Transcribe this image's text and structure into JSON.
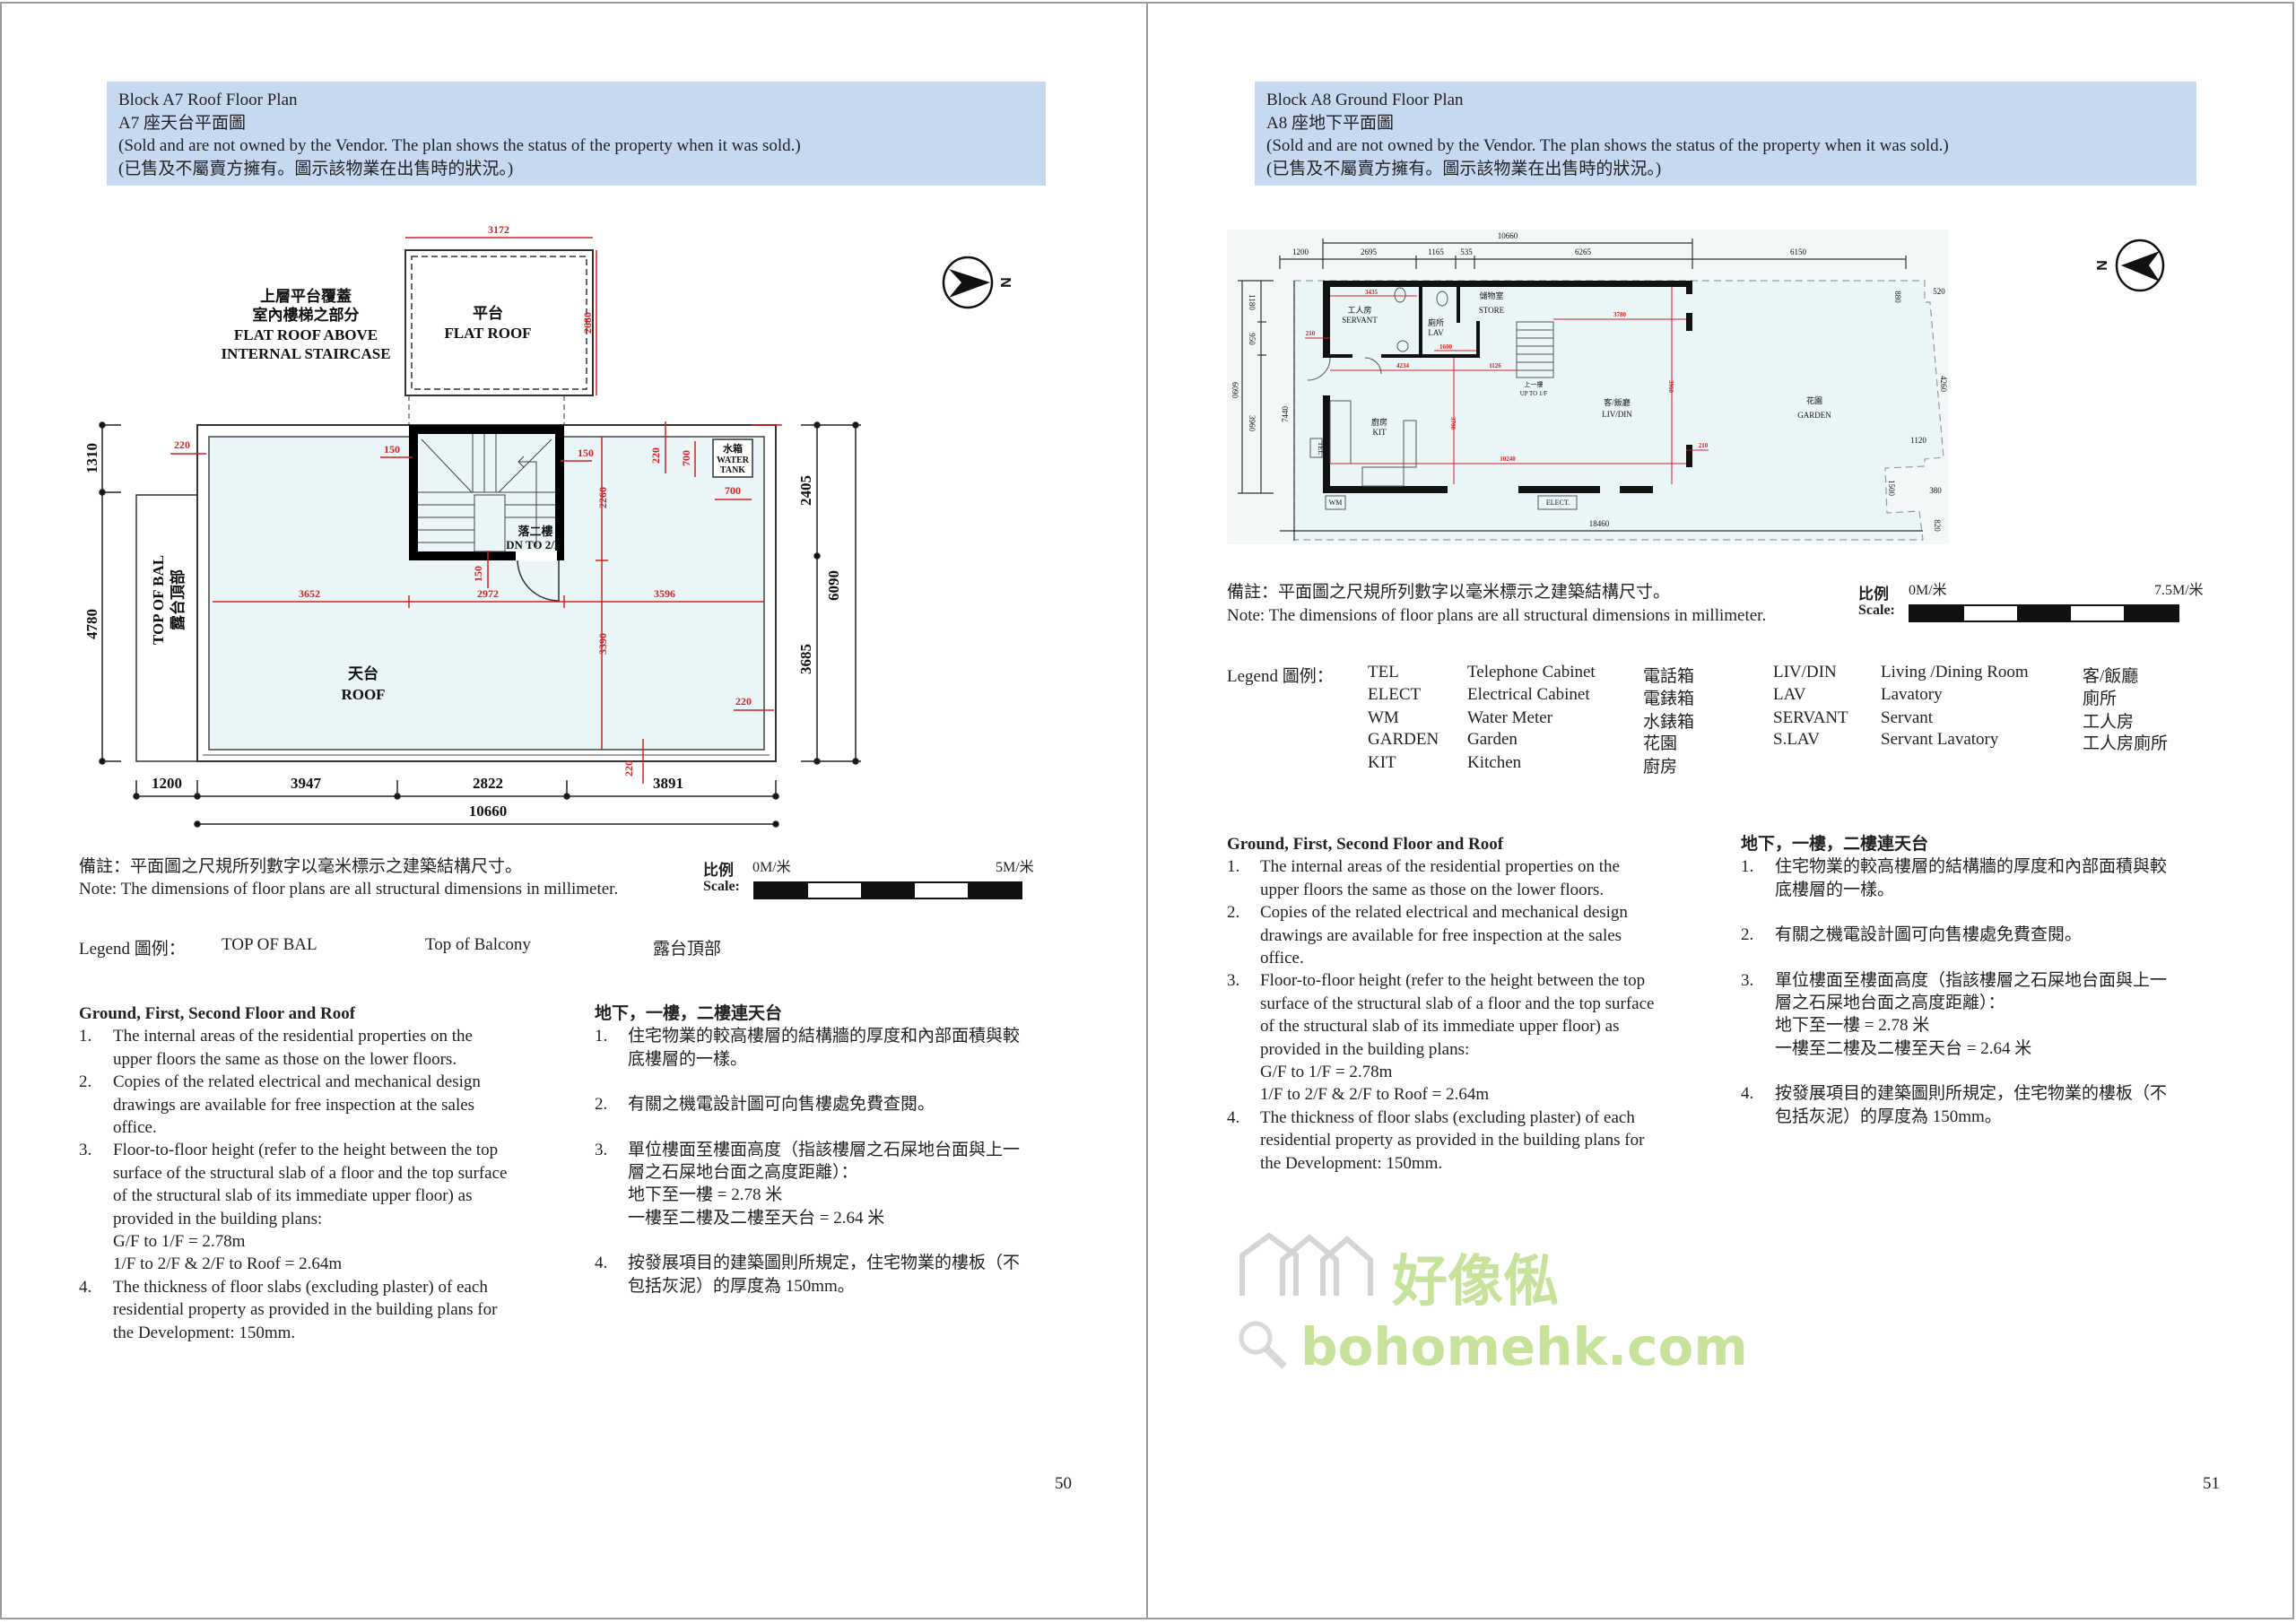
{
  "left_page": {
    "header": {
      "title_en": "Block A7 Roof Floor Plan",
      "title_zh": "A7 座天台平面圖",
      "note_en": "(Sold and are not owned by the Vendor. The plan shows the status of the property when it was sold.)",
      "note_zh": "(已售及不屬賣方擁有。圖示該物業在出售時的狀況。)"
    },
    "plan": {
      "flat_roof_above_zh1": "上層平台覆蓋",
      "flat_roof_above_zh2": "室內樓梯之部分",
      "flat_roof_above_en1": "FLAT ROOF ABOVE",
      "flat_roof_above_en2": "INTERNAL STAIRCASE",
      "flat_roof_zh": "平台",
      "flat_roof_en": "FLAT ROOF",
      "top_of_bal_en": "TOP OF BAL",
      "top_of_bal_zh": "露台頂部",
      "roof_zh": "天台",
      "roof_en": "ROOF",
      "stair_zh": "落二樓",
      "stair_en": "DN TO 2/F",
      "water_tank_zh": "水箱",
      "water_tank_en1": "WATER",
      "water_tank_en2": "TANK",
      "compass_label": "N",
      "dims_black": {
        "d1310": "1310",
        "d4780": "4780",
        "d2405": "2405",
        "d3685": "3685",
        "d6090": "6090",
        "d1200": "1200",
        "d3947": "3947",
        "d2822": "2822",
        "d3891": "3891",
        "d10660": "10660"
      },
      "dims_red": {
        "d3172": "3172",
        "d2680": "2680",
        "d220a": "220",
        "d150a": "150",
        "d150b": "150",
        "d220b": "220",
        "d700a": "700",
        "d700b": "700",
        "d2260": "2260",
        "d150c": "150",
        "d3652": "3652",
        "d2972": "2972",
        "d3596": "3596",
        "d3390": "3390",
        "d220c": "220",
        "d220d": "220"
      }
    },
    "remark_zh": "備註：平面圖之尺規所列數字以毫米標示之建築結構尺寸。",
    "remark_en": "Note: The dimensions of floor plans are all structural dimensions in millimeter.",
    "scale": {
      "label_zh": "比例",
      "label_en": "Scale:",
      "start": "0M/米",
      "end": "5M/米"
    },
    "legend": {
      "label": "Legend 圖例：",
      "items": [
        {
          "abbr": "TOP OF BAL",
          "en": "Top of Balcony",
          "zh": "露台頂部"
        }
      ]
    },
    "notes_en": {
      "heading": "Ground, First, Second Floor and Roof",
      "items": [
        {
          "num": "1.",
          "lines": [
            "The internal areas of the residential properties on the",
            "upper floors the same as those on the lower floors."
          ]
        },
        {
          "num": "2.",
          "lines": [
            "Copies of the related electrical and mechanical design",
            "drawings are available for free inspection at the sales",
            "office."
          ]
        },
        {
          "num": "3.",
          "lines": [
            "Floor-to-floor height (refer to the height between the top",
            "surface of the structural slab of a floor and the top surface",
            "of the structural slab of its immediate upper floor) as",
            "provided in the building plans:",
            "G/F to 1/F = 2.78m",
            "1/F to 2/F & 2/F to Roof = 2.64m"
          ]
        },
        {
          "num": "4.",
          "lines": [
            "The thickness of floor slabs (excluding plaster) of each",
            "residential property as provided in the building plans for",
            "the Development: 150mm."
          ]
        }
      ]
    },
    "notes_zh": {
      "heading": "地下，一樓，二樓連天台",
      "items": [
        {
          "num": "1.",
          "lines": [
            "住宅物業的較高樓層的結構牆的厚度和內部面積與較",
            "底樓層的一樣。"
          ]
        },
        {
          "num": "2.",
          "lines": [
            "有關之機電設計圖可向售樓處免費查閱。"
          ]
        },
        {
          "num": "3.",
          "lines": [
            "單位樓面至樓面高度（指該樓層之石屎地台面與上一",
            "層之石屎地台面之高度距離）：",
            "地下至一樓 = 2.78 米",
            "一樓至二樓及二樓至天台 = 2.64 米"
          ]
        },
        {
          "num": "4.",
          "lines": [
            "按發展項目的建築圖則所規定，住宅物業的樓板（不",
            "包括灰泥）的厚度為 150mm。"
          ]
        }
      ]
    },
    "page_number": "50"
  },
  "right_page": {
    "header": {
      "title_en": "Block A8 Ground Floor Plan",
      "title_zh": "A8 座地下平面圖",
      "note_en": "(Sold and are not owned by the Vendor. The plan shows the status of the property when it was sold.)",
      "note_zh": "(已售及不屬賣方擁有。圖示該物業在出售時的狀況。)"
    },
    "plan": {
      "servant_zh": "工人房",
      "servant_en": "SERVANT",
      "lav_zh": "廁所",
      "lav_en": "LAV",
      "store_zh": "儲物室",
      "store_en": "STORE",
      "up_zh": "上一樓",
      "up_en": "UP TO 1/F",
      "livdin_zh": "客/飯廳",
      "livdin_en": "LIV/DIN",
      "garden_zh": "花園",
      "garden_en": "GARDEN",
      "kit_zh": "廚房",
      "kit_en": "KIT",
      "tel": "TEL",
      "wm": "WM",
      "elect": "ELECT.",
      "compass_label": "N",
      "dims_black": {
        "d10660": "10660",
        "d1200": "1200",
        "d2695": "2695",
        "d1165": "1165",
        "d535": "535",
        "d6265": "6265",
        "d6150": "6150",
        "d1180": "1180",
        "d950": "950",
        "d3960": "3960",
        "d6090": "6090",
        "d7440": "7440",
        "d18460": "18460",
        "d520": "520",
        "d880": "880",
        "d4260": "4260",
        "d1120": "1120",
        "d1500": "1500",
        "d380": "380",
        "d820": "820"
      },
      "dims_red": {
        "d3435": "3435",
        "d3780": "3780",
        "d4234": "4234",
        "d1126": "1126",
        "d10240": "10240",
        "d210a": "210",
        "d210b": "210",
        "d3700": "3700",
        "d3960": "3960",
        "d1600": "1600"
      }
    },
    "remark_zh": "備註：平面圖之尺規所列數字以毫米標示之建築結構尺寸。",
    "remark_en": "Note: The dimensions of floor plans are all structural dimensions in millimeter.",
    "scale": {
      "label_zh": "比例",
      "label_en": "Scale:",
      "start": "0M/米",
      "end": "7.5M/米"
    },
    "legend": {
      "label": "Legend 圖例：",
      "items": [
        {
          "abbr": "TEL",
          "en": "Telephone Cabinet",
          "zh": "電話箱"
        },
        {
          "abbr": "ELECT",
          "en": "Electrical Cabinet",
          "zh": "電錶箱"
        },
        {
          "abbr": "WM",
          "en": "Water Meter",
          "zh": "水錶箱"
        },
        {
          "abbr": "GARDEN",
          "en": "Garden",
          "zh": "花園"
        },
        {
          "abbr": "KIT",
          "en": "Kitchen",
          "zh": "廚房"
        },
        {
          "abbr": "LIV/DIN",
          "en": "Living /Dining Room",
          "zh": "客/飯廳"
        },
        {
          "abbr": "LAV",
          "en": "Lavatory",
          "zh": "廁所"
        },
        {
          "abbr": "SERVANT",
          "en": "Servant",
          "zh": "工人房"
        },
        {
          "abbr": "S.LAV",
          "en": "Servant Lavatory",
          "zh": "工人房廁所"
        }
      ]
    },
    "notes_en": {
      "heading": "Ground, First, Second Floor and Roof",
      "items": [
        {
          "num": "1.",
          "lines": [
            "The internal areas of the residential properties on the",
            "upper floors the same as those on the lower floors."
          ]
        },
        {
          "num": "2.",
          "lines": [
            "Copies of the related electrical and mechanical design",
            "drawings are available for free inspection at the sales",
            "office."
          ]
        },
        {
          "num": "3.",
          "lines": [
            "Floor-to-floor height (refer to the height between the top",
            "surface of the structural slab of a floor and the top surface",
            "of the structural slab of its immediate upper floor) as",
            "provided in the building plans:",
            "G/F to 1/F = 2.78m",
            "1/F to 2/F & 2/F to Roof = 2.64m"
          ]
        },
        {
          "num": "4.",
          "lines": [
            "The thickness of floor slabs (excluding plaster) of each",
            "residential property as provided in the building plans for",
            "the Development: 150mm."
          ]
        }
      ]
    },
    "notes_zh": {
      "heading": "地下，一樓，二樓連天台",
      "items": [
        {
          "num": "1.",
          "lines": [
            "住宅物業的較高樓層的結構牆的厚度和內部面積與較",
            "底樓層的一樣。"
          ]
        },
        {
          "num": "2.",
          "lines": [
            "有關之機電設計圖可向售樓處免費查閱。"
          ]
        },
        {
          "num": "3.",
          "lines": [
            "單位樓面至樓面高度（指該樓層之石屎地台面與上一",
            "層之石屎地台面之高度距離）：",
            "地下至一樓 = 2.78 米",
            "一樓至二樓及二樓至天台 = 2.64 米"
          ]
        },
        {
          "num": "4.",
          "lines": [
            "按發展項目的建築圖則所規定，住宅物業的樓板（不",
            "包括灰泥）的厚度為 150mm。"
          ]
        }
      ]
    },
    "page_number": "51"
  },
  "watermark": {
    "zh": "好像俬",
    "en": "bohomehk.com"
  },
  "colors": {
    "header_bg": "#c6d9f1",
    "plan_fill": "#eaf5f8",
    "dimension_red": "#d42020",
    "watermark": "#9acb4a"
  }
}
